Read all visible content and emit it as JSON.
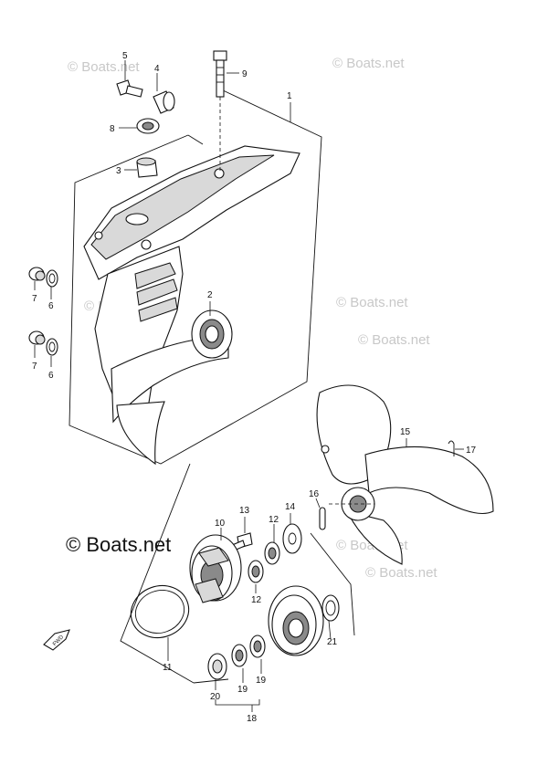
{
  "callouts": {
    "p1": "1",
    "p2": "2",
    "p3": "3",
    "p4": "4",
    "p5": "5",
    "p6a": "6",
    "p6b": "6",
    "p7a": "7",
    "p7b": "7",
    "p8": "8",
    "p9": "9",
    "p10": "10",
    "p11": "11",
    "p12a": "12",
    "p12b": "12",
    "p13": "13",
    "p14": "14",
    "p15": "15",
    "p16": "16",
    "p17": "17",
    "p18": "18",
    "p19a": "19",
    "p19b": "19",
    "p20": "20",
    "p21": "21"
  },
  "watermarks": {
    "wm1": "© Boats.net",
    "wm2": "© Boats.net",
    "wm3": "© Boats.net",
    "wm4": "© Boats.net",
    "wm5": "© Boats.net",
    "wm6": "© Boats.net",
    "wm7": "© Boats.net"
  },
  "watermark_main": "© Boats.net",
  "fwd_label": "FWD",
  "icons": {
    "fwd_arrow": "fwd-arrow-icon"
  }
}
